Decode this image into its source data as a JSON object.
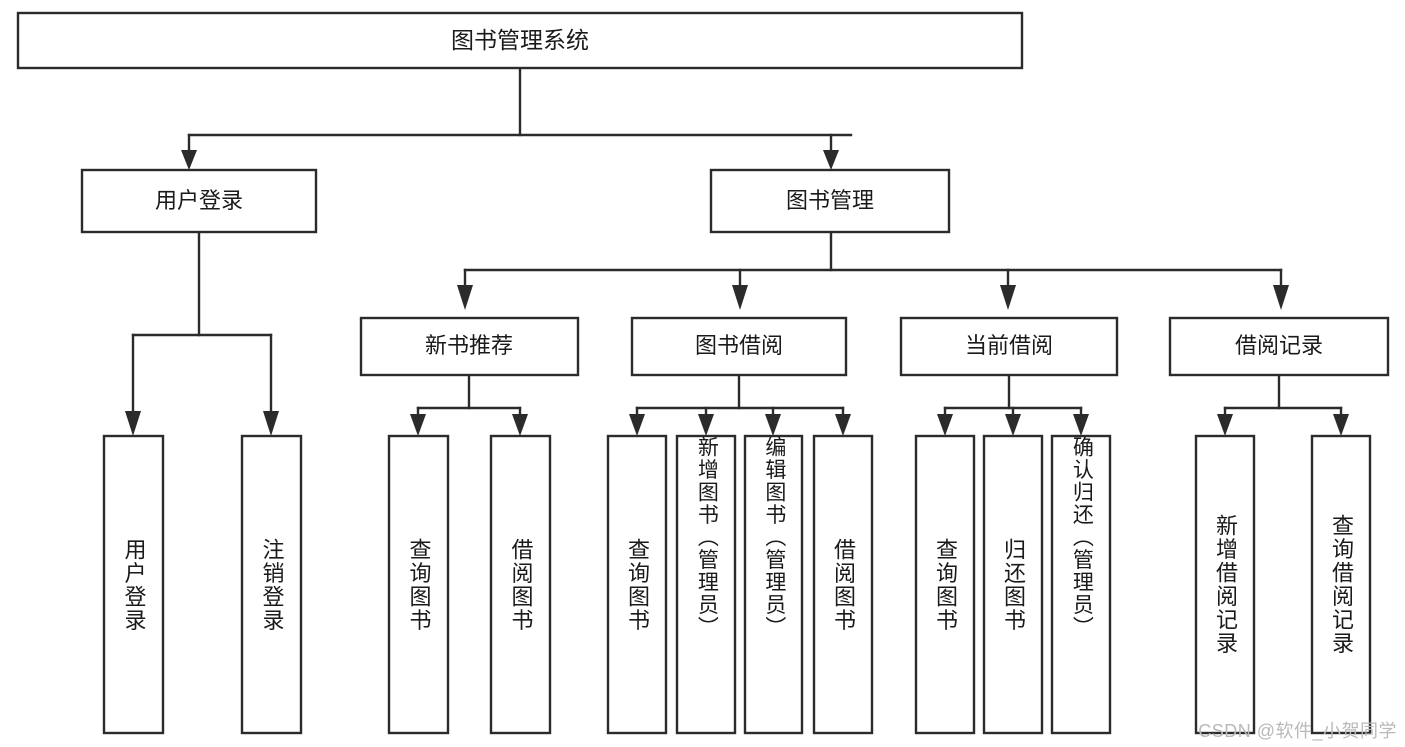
{
  "diagram": {
    "type": "tree-hierarchy",
    "title": "图书管理系统",
    "root": {
      "id": "root",
      "label": "图书管理系统",
      "orientation": "horizontal"
    },
    "level2": [
      {
        "id": "user-login",
        "label": "用户登录",
        "orientation": "horizontal"
      },
      {
        "id": "book-management",
        "label": "图书管理",
        "orientation": "horizontal"
      }
    ],
    "level3": [
      {
        "id": "new-book-recommend",
        "label": "新书推荐",
        "parent": "book-management",
        "orientation": "horizontal"
      },
      {
        "id": "book-borrow",
        "label": "图书借阅",
        "parent": "book-management",
        "orientation": "horizontal"
      },
      {
        "id": "current-borrow",
        "label": "当前借阅",
        "parent": "book-management",
        "orientation": "horizontal"
      },
      {
        "id": "borrow-record",
        "label": "借阅记录",
        "parent": "book-management",
        "orientation": "horizontal"
      }
    ],
    "leaves": [
      {
        "id": "leaf-user-login",
        "label": "用户登录",
        "parent": "user-login",
        "orientation": "vertical"
      },
      {
        "id": "leaf-user-logout",
        "label": "注销登录",
        "parent": "user-login",
        "orientation": "vertical"
      },
      {
        "id": "leaf-query-book-1",
        "label": "查询图书",
        "parent": "new-book-recommend",
        "orientation": "vertical"
      },
      {
        "id": "leaf-borrow-book-1",
        "label": "借阅图书",
        "parent": "new-book-recommend",
        "orientation": "vertical"
      },
      {
        "id": "leaf-query-book-2",
        "label": "查询图书",
        "parent": "book-borrow",
        "orientation": "vertical"
      },
      {
        "id": "leaf-add-book",
        "label": "新增图书（管理员）",
        "parent": "book-borrow",
        "orientation": "vertical"
      },
      {
        "id": "leaf-edit-book",
        "label": "编辑图书（管理员）",
        "parent": "book-borrow",
        "orientation": "vertical"
      },
      {
        "id": "leaf-borrow-book-2",
        "label": "借阅图书",
        "parent": "book-borrow",
        "orientation": "vertical"
      },
      {
        "id": "leaf-query-book-3",
        "label": "查询图书",
        "parent": "current-borrow",
        "orientation": "vertical"
      },
      {
        "id": "leaf-return-book",
        "label": "归还图书",
        "parent": "current-borrow",
        "orientation": "vertical"
      },
      {
        "id": "leaf-confirm-return",
        "label": "确认归还（管理员）",
        "parent": "current-borrow",
        "orientation": "vertical"
      },
      {
        "id": "leaf-add-record",
        "label": "新增借阅记录",
        "parent": "borrow-record",
        "orientation": "vertical"
      },
      {
        "id": "leaf-query-record",
        "label": "查询借阅记录",
        "parent": "borrow-record",
        "orientation": "vertical"
      }
    ],
    "colors": {
      "stroke": "#2b2b2b",
      "box_fill": "#ffffff",
      "text": "#1a1a1a",
      "background": "#ffffff",
      "watermark": "#b9b9b9"
    }
  },
  "watermark": {
    "text": "CSDN @软件_小贺同学"
  }
}
